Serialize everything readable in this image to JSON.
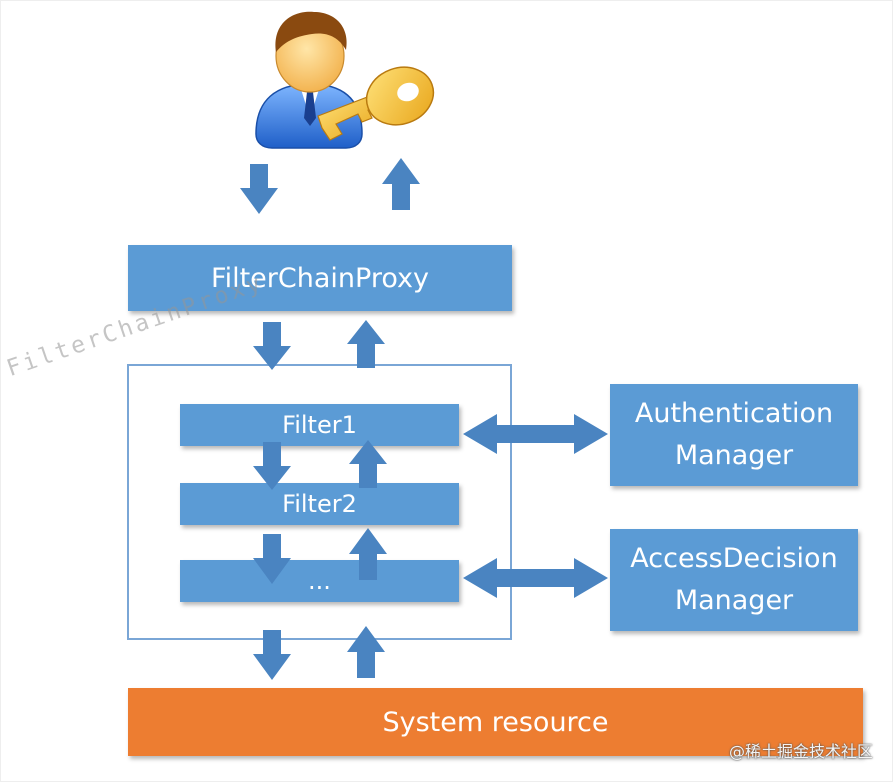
{
  "diagram": {
    "proxy_box": "FilterChainProxy",
    "container_watermark": "FilterChainProxy",
    "filters": [
      "Filter1",
      "Filter2",
      "..."
    ],
    "authentication_manager": [
      "Authentication",
      "Manager"
    ],
    "access_decision_manager": [
      "AccessDecision",
      "Manager"
    ],
    "system_resource": "System resource"
  },
  "source_credit": "@稀土掘金技术社区",
  "colors": {
    "box_blue": "#5b9bd5",
    "arrow_blue": "#4a84c1",
    "resource_orange": "#ed7d31"
  },
  "icons": [
    "user-with-key-icon"
  ]
}
